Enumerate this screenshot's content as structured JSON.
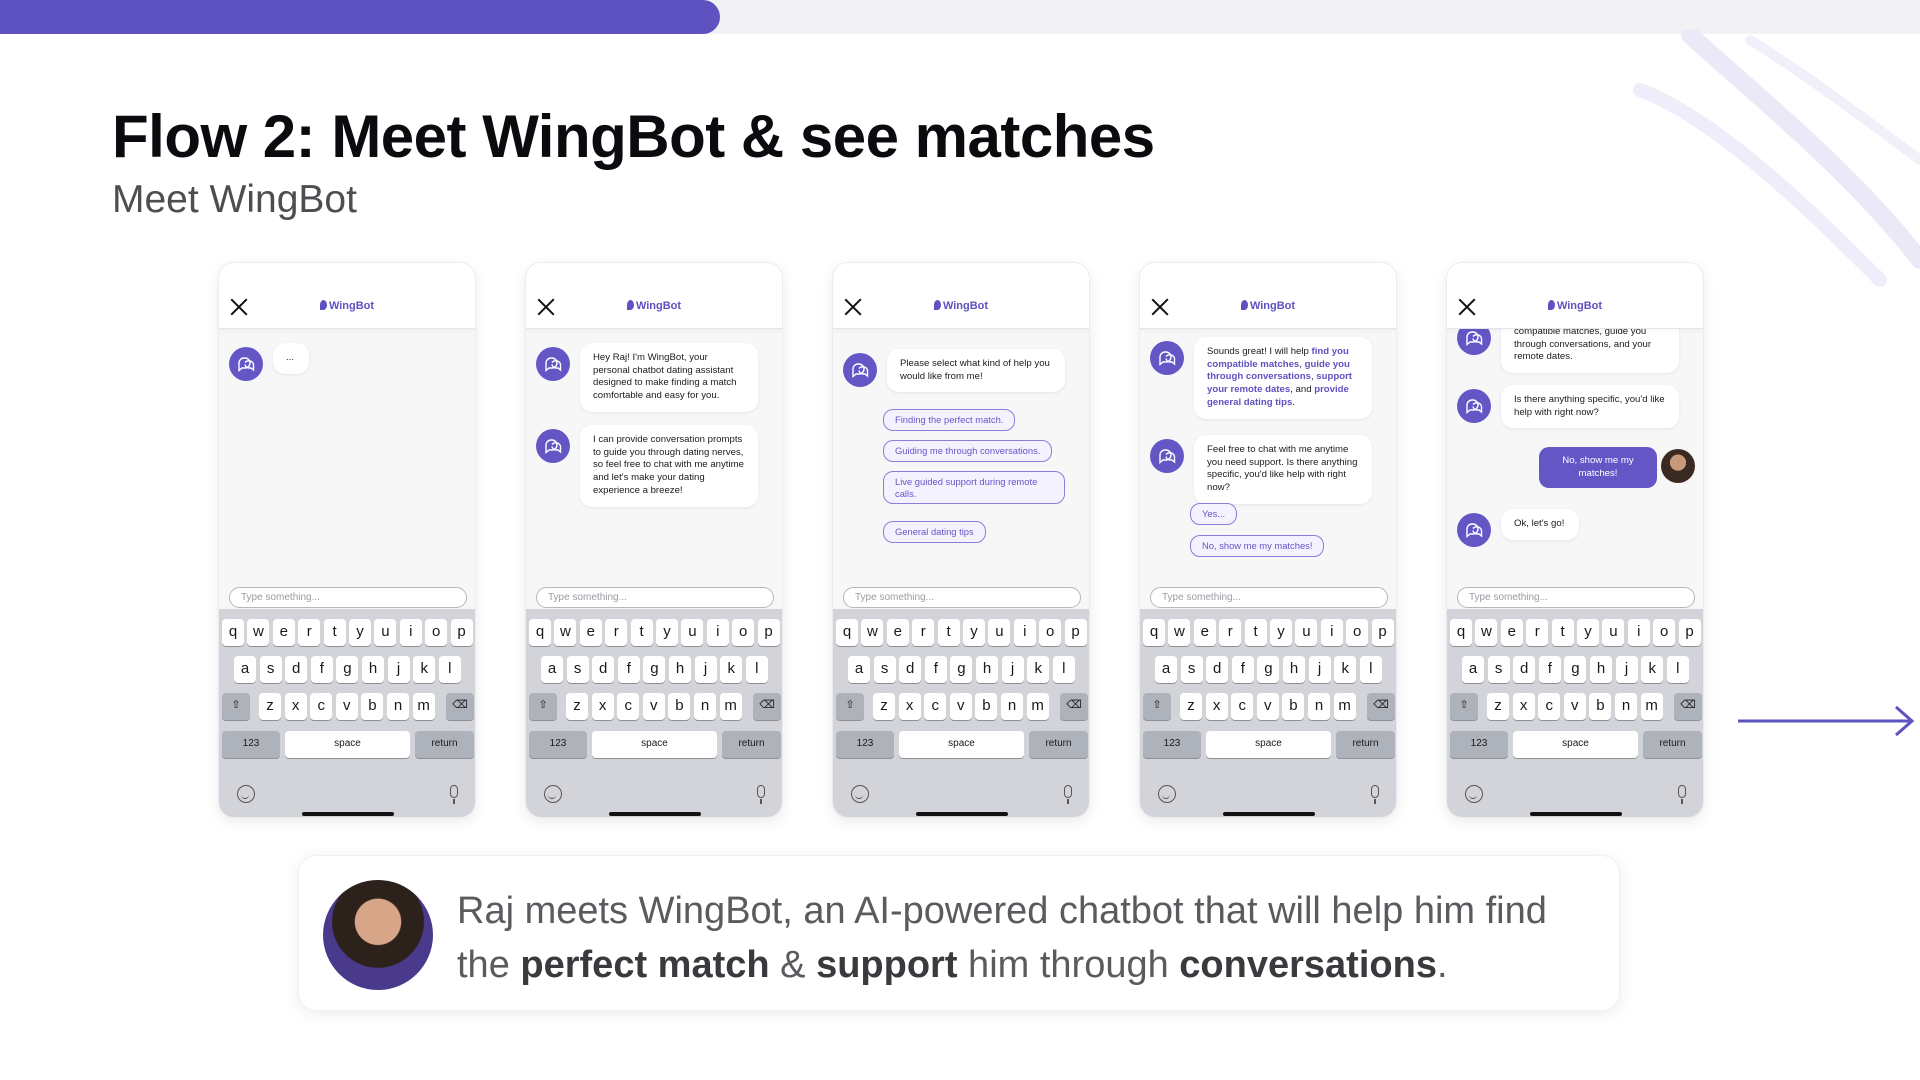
{
  "progress": {
    "fraction": 0.375,
    "color": "#5e51c0"
  },
  "header": {
    "title": "Flow 2: Meet WingBot & see matches",
    "subtitle": "Meet WingBot"
  },
  "phone_common": {
    "app_logo": "WingBot",
    "input_placeholder": "Type something...",
    "keyboard": {
      "row1": [
        "q",
        "w",
        "e",
        "r",
        "t",
        "y",
        "u",
        "i",
        "o",
        "p"
      ],
      "row2": [
        "a",
        "s",
        "d",
        "f",
        "g",
        "h",
        "j",
        "k",
        "l"
      ],
      "row3": [
        "z",
        "x",
        "c",
        "v",
        "b",
        "n",
        "m"
      ],
      "numbers_key": "123",
      "space_key": "space",
      "return_key": "return"
    }
  },
  "screens": [
    {
      "messages": [
        {
          "from": "bot",
          "text": "..."
        }
      ]
    },
    {
      "messages": [
        {
          "from": "bot",
          "text": "Hey Raj! I'm WingBot, your personal chatbot dating assistant designed to make finding a match comfortable and easy for you."
        },
        {
          "from": "bot",
          "text": "I can provide conversation prompts to guide you through dating nerves, so feel free to chat with me anytime and let's make your dating experience a breeze!"
        }
      ]
    },
    {
      "messages": [
        {
          "from": "bot",
          "text": "Please select what kind of help you would like from me!"
        }
      ],
      "options": [
        "Finding the perfect match.",
        "Guiding me through conversations.",
        "Live guided support during remote calls.",
        "General dating tips"
      ]
    },
    {
      "messages": [
        {
          "from": "bot",
          "parts": [
            {
              "t": "Sounds great! I will help "
            },
            {
              "t": "find you compatible matches",
              "b": true
            },
            {
              "t": ", "
            },
            {
              "t": "guide you through conversations",
              "b": true
            },
            {
              "t": ", "
            },
            {
              "t": "support your remote dates",
              "b": true
            },
            {
              "t": ", and "
            },
            {
              "t": "provide general dating tips",
              "b": true
            },
            {
              "t": "."
            }
          ]
        },
        {
          "from": "bot",
          "text": "Feel free to chat with me anytime you need support. Is there anything specific, you'd like help with right now?"
        }
      ],
      "options": [
        "Yes...",
        "No, show me my matches!"
      ]
    },
    {
      "messages": [
        {
          "from": "bot",
          "text": "compatible matches, guide you through conversations, and your remote dates."
        },
        {
          "from": "bot",
          "text": "Is there anything specific, you'd like help with right now?"
        },
        {
          "from": "user",
          "text": "No, show me my matches!"
        },
        {
          "from": "bot",
          "text": "Ok, let's go!"
        }
      ]
    }
  ],
  "caption": {
    "parts": [
      {
        "t": "Raj meets WingBot, an AI-powered chatbot that will help him find the "
      },
      {
        "t": "perfect match",
        "b": true
      },
      {
        "t": " & "
      },
      {
        "t": "support",
        "b": true
      },
      {
        "t": " him through "
      },
      {
        "t": "conversations",
        "b": true
      },
      {
        "t": "."
      }
    ]
  },
  "colors": {
    "accent": "#5e51c0",
    "bot_avatar": "#6556c6"
  },
  "icons": [
    "close-icon",
    "chat-bubble-icon",
    "emoji-icon",
    "microphone-icon",
    "shift-icon",
    "backspace-icon",
    "arrow-right-icon"
  ]
}
